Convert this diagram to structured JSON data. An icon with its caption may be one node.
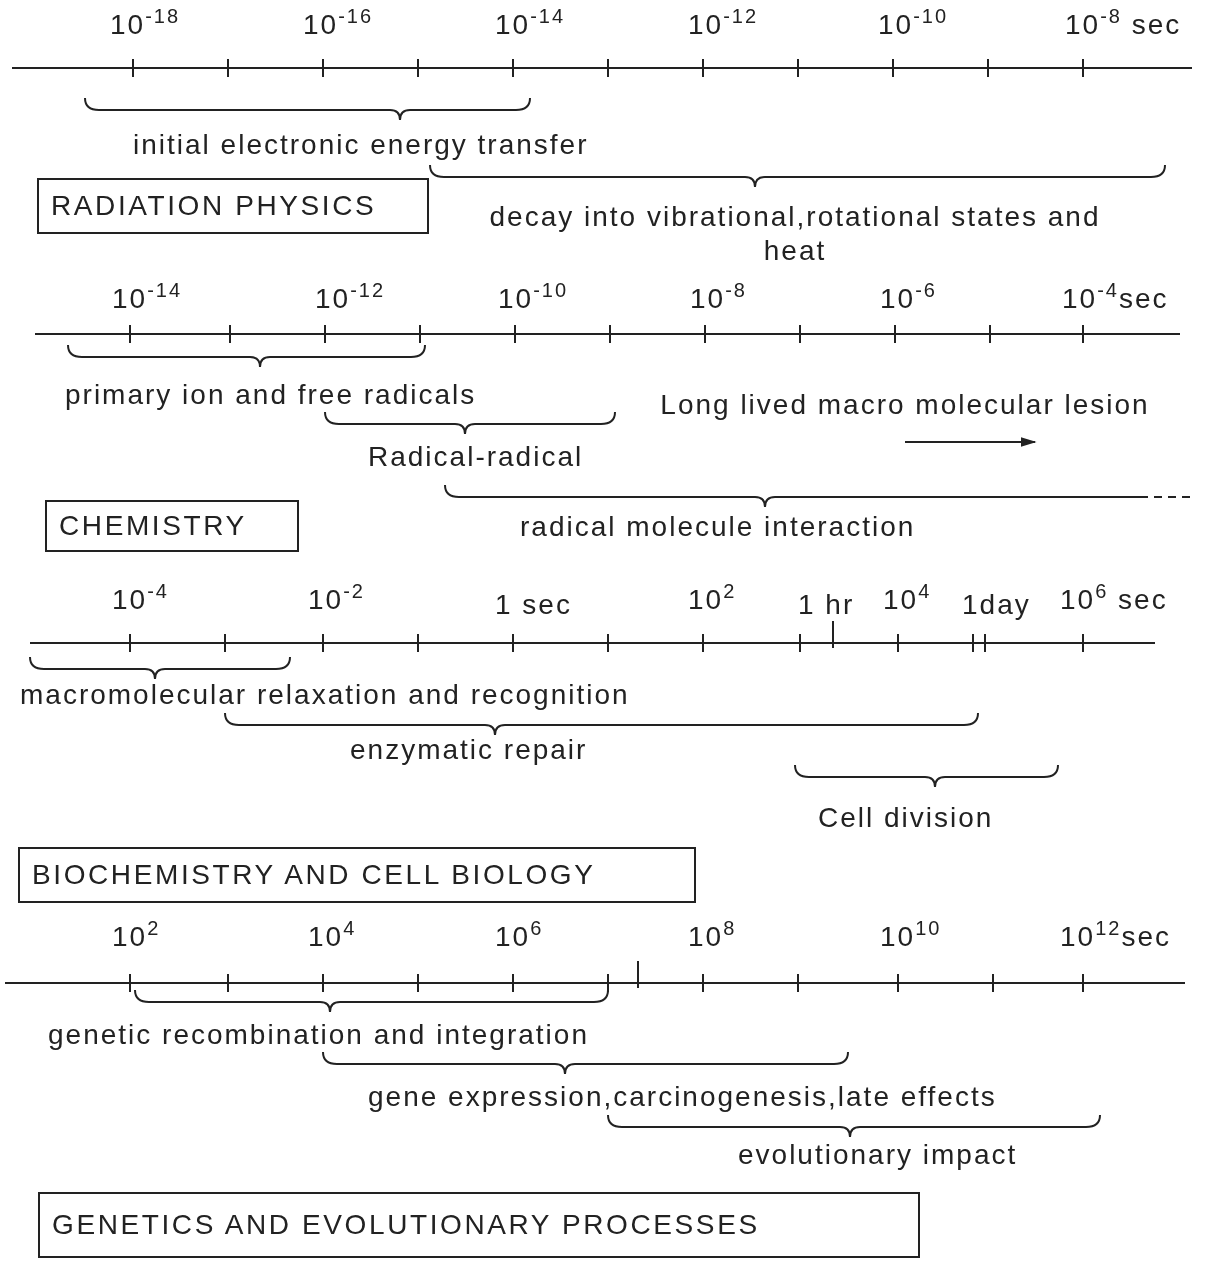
{
  "diagram": {
    "nodes": [
      {
        "text": [
          "RADIATION PHYSICS"
        ]
      },
      {
        "text": [
          "CHEMISTRY"
        ]
      },
      {
        "text": [
          "BIOCHEMISTRY AND CELL BIOLOGY"
        ]
      },
      {
        "text": [
          "GENETICS AND EVOLUTIONARY PROCESSES"
        ]
      }
    ],
    "labels": [
      "10$^{-18}$",
      "10$^{-16}$",
      "10$^{-14}$",
      "10$^{-12}$",
      "10$^{-10}$",
      "10$^{-8}$ sec",
      "initial electronic energy transfer",
      "decay into vibrational,rotational states and heat",
      "10$^{-14}$",
      "10$^{-12}$",
      "10$^{-10}$",
      "10$^{-8}$",
      "10$^{-6}$",
      "10$^{-4}$sec",
      "primary ion and free radicals",
      "Long lived macro molecular lesion",
      "Radical-radical",
      "radical molecule interaction",
      "10$^{-4}$",
      "10$^{-2}$",
      "1 sec",
      "10$^{2}$",
      "1 hr",
      "10$^{4}$",
      "1day",
      "10$^{6}$ sec",
      "macromolecular relaxation and recognition",
      "enzymatic repair",
      "Cell division",
      "10$^{2}$",
      "10$^{4}$",
      "10$^{6}$",
      "10$^{8}$",
      "10$^{10}$",
      "10$^{12}$sec",
      "genetic recombination and integration",
      "gene expression,carcinogenesis,late effects",
      "evolutionary impact"
    ]
  }
}
